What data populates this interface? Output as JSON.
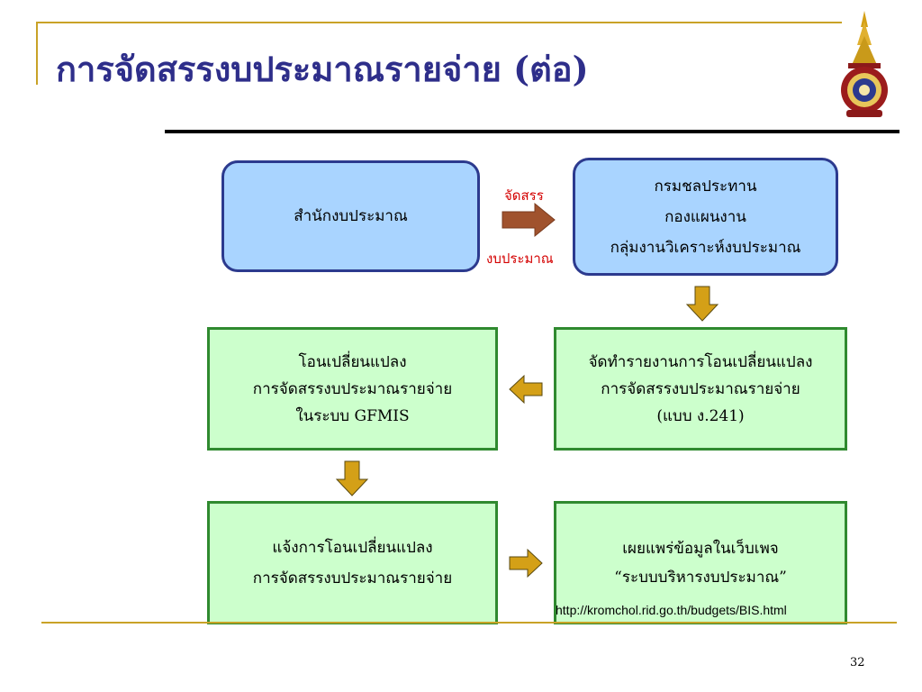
{
  "slide": {
    "title": "การจัดสรรงบประมาณรายจ่าย (ต่อ)",
    "page_number": "32"
  },
  "colors": {
    "title": "#2e2e8a",
    "accent_line": "#c9a227",
    "blue_fill": "#a9d4ff",
    "blue_border": "#2c3a8e",
    "green_fill": "#ccffcc",
    "green_border": "#2f8a2f",
    "arrow_brown": "#a0522d",
    "arrow_gold": "#d4a017",
    "label_red": "#d40000"
  },
  "nodes": {
    "budget_bureau": {
      "lines": [
        "สำนักงบประมาณ"
      ]
    },
    "rid": {
      "lines": [
        "กรมชลประทาน",
        "กองแผนงาน",
        "กลุ่มงานวิเคราะห์งบประมาณ"
      ]
    },
    "report": {
      "lines": [
        "จัดทำรายงานการโอนเปลี่ยนแปลง",
        "การจัดสรรงบประมาณรายจ่าย",
        "(แบบ ง.241)"
      ]
    },
    "gfmis": {
      "lines": [
        "โอนเปลี่ยนแปลง",
        "การจัดสรรงบประมาณรายจ่าย",
        "ในระบบ GFMIS"
      ]
    },
    "notify": {
      "lines": [
        "แจ้งการโอนเปลี่ยนแปลง",
        "การจัดสรรงบประมาณรายจ่าย"
      ]
    },
    "publish": {
      "lines": [
        "เผยแพร่ข้อมูลในเว็บเพจ",
        "“ระบบบริหารงบประมาณ”"
      ]
    }
  },
  "edges": {
    "allocate_top": "จัดสรร",
    "allocate_bottom": "งบประมาณ",
    "url": "http://kromchol.rid.go.th/budgets/BIS.html"
  },
  "icons": {
    "emblem": "royal-emblem-icon"
  }
}
